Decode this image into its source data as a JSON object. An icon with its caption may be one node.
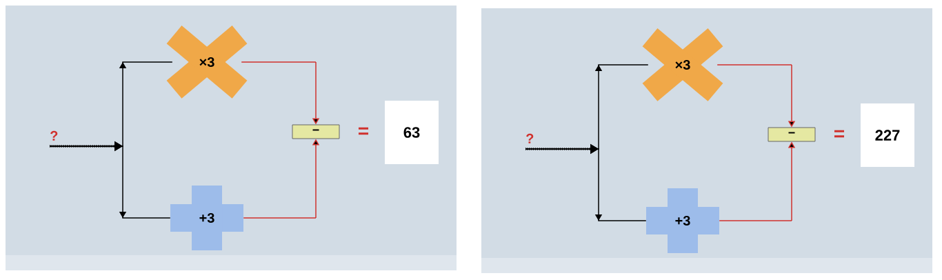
{
  "diagram": {
    "nodes": [
      {
        "text": [],
        "shape": "box"
      },
      {
        "text": [
          "?"
        ],
        "in": 0
      },
      {
        "text": [
          "×3"
        ],
        "in": 0
      },
      {
        "text": [
          "+3"
        ],
        "in": 0
      },
      {
        "text": [
          "−"
        ],
        "in": 0
      },
      {
        "text": [
          "63"
        ],
        "in": 0
      },
      {
        "text": [],
        "shape": "box"
      },
      {
        "text": [
          "?"
        ],
        "in": 6
      },
      {
        "text": [
          "×3"
        ],
        "in": 6
      },
      {
        "text": [
          "+3"
        ],
        "in": 6
      },
      {
        "text": [
          "−"
        ],
        "in": 6
      },
      {
        "text": [
          "227"
        ],
        "in": 6
      }
    ],
    "edges": [
      {
        "from": 1,
        "to": 2,
        "arrow": "to"
      },
      {
        "from": 1,
        "to": 3,
        "arrow": "to"
      },
      {
        "from": 2,
        "to": 4,
        "arrow": "to",
        "color": "#d0312d"
      },
      {
        "from": 3,
        "to": 4,
        "arrow": "to",
        "color": "#d0312d"
      },
      {
        "from": 7,
        "to": 8,
        "arrow": "to"
      },
      {
        "from": 7,
        "to": 9,
        "arrow": "to"
      },
      {
        "from": 8,
        "to": 10,
        "arrow": "to",
        "color": "#d0312d"
      },
      {
        "from": 9,
        "to": 10,
        "arrow": "to",
        "color": "#d0312d"
      }
    ],
    "labels": [
      "=",
      "="
    ]
  }
}
